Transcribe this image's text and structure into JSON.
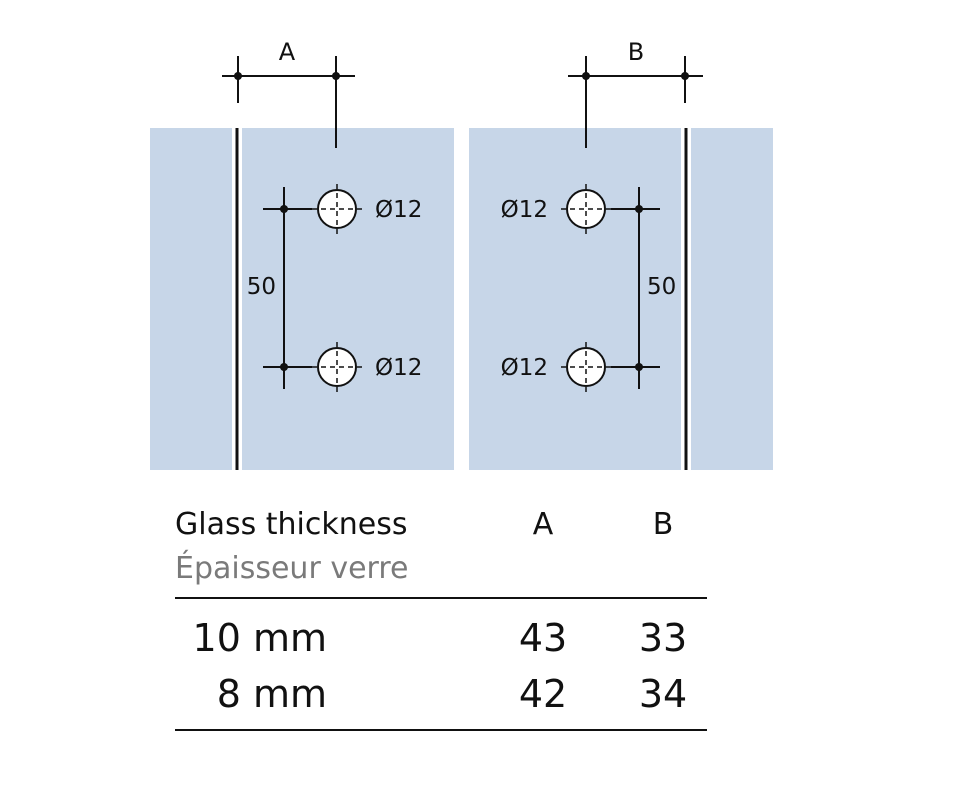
{
  "diagram": {
    "left_fitting": {
      "dimension_label": "A",
      "hole_labels": [
        "Ø12",
        "Ø12"
      ],
      "spacing_label": "50"
    },
    "right_fitting": {
      "dimension_label": "B",
      "hole_labels": [
        "Ø12",
        "Ø12"
      ],
      "spacing_label": "50"
    },
    "colors": {
      "glass": "#c7d6e8",
      "line": "#111111"
    }
  },
  "table": {
    "header_en": "Glass thickness",
    "header_fr": "Épaisseur verre",
    "col_a": "A",
    "col_b": "B",
    "rows": [
      {
        "thickness": "10 mm",
        "a": "43",
        "b": "33"
      },
      {
        "thickness": "8 mm",
        "a": "42",
        "b": "34"
      }
    ]
  }
}
